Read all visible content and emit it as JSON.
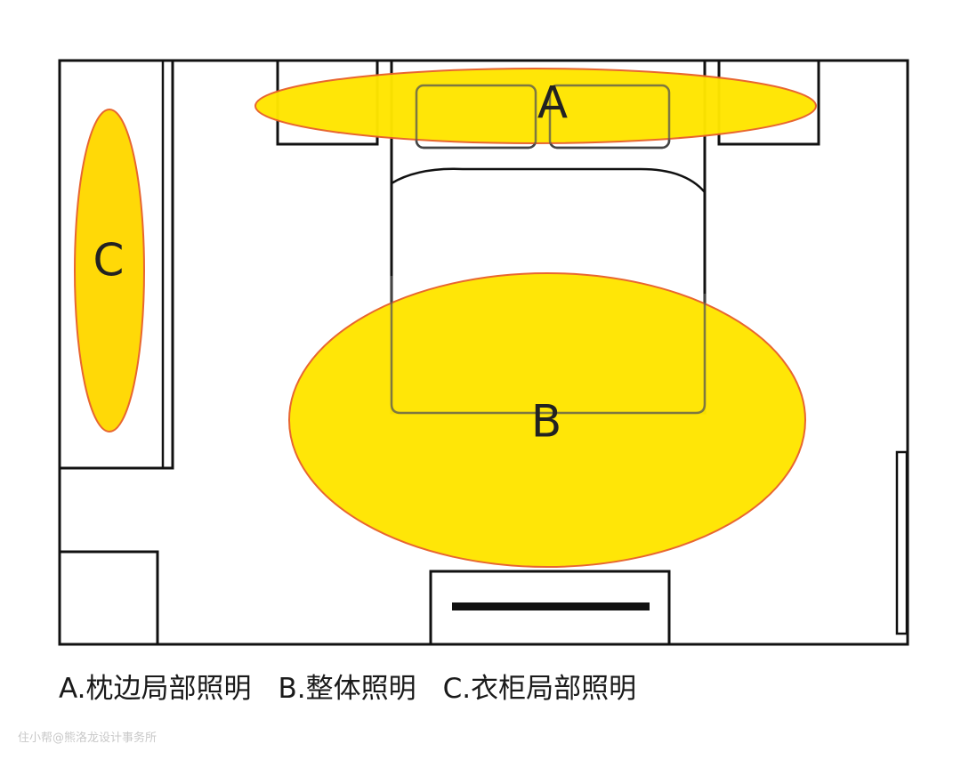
{
  "zones": {
    "a": {
      "letter": "A",
      "color": "#ffe600",
      "stroke": "#e8622a"
    },
    "b": {
      "letter": "B",
      "color": "#ffe600",
      "stroke": "#e8622a"
    },
    "c": {
      "letter": "C",
      "color": "#ffd800",
      "stroke": "#e8622a"
    }
  },
  "legend": {
    "item_a": "A.枕边局部照明",
    "item_b": "B.整体照明",
    "item_c": "C.衣柜局部照明"
  },
  "watermark": "住小帮@熊洛龙设计事务所"
}
